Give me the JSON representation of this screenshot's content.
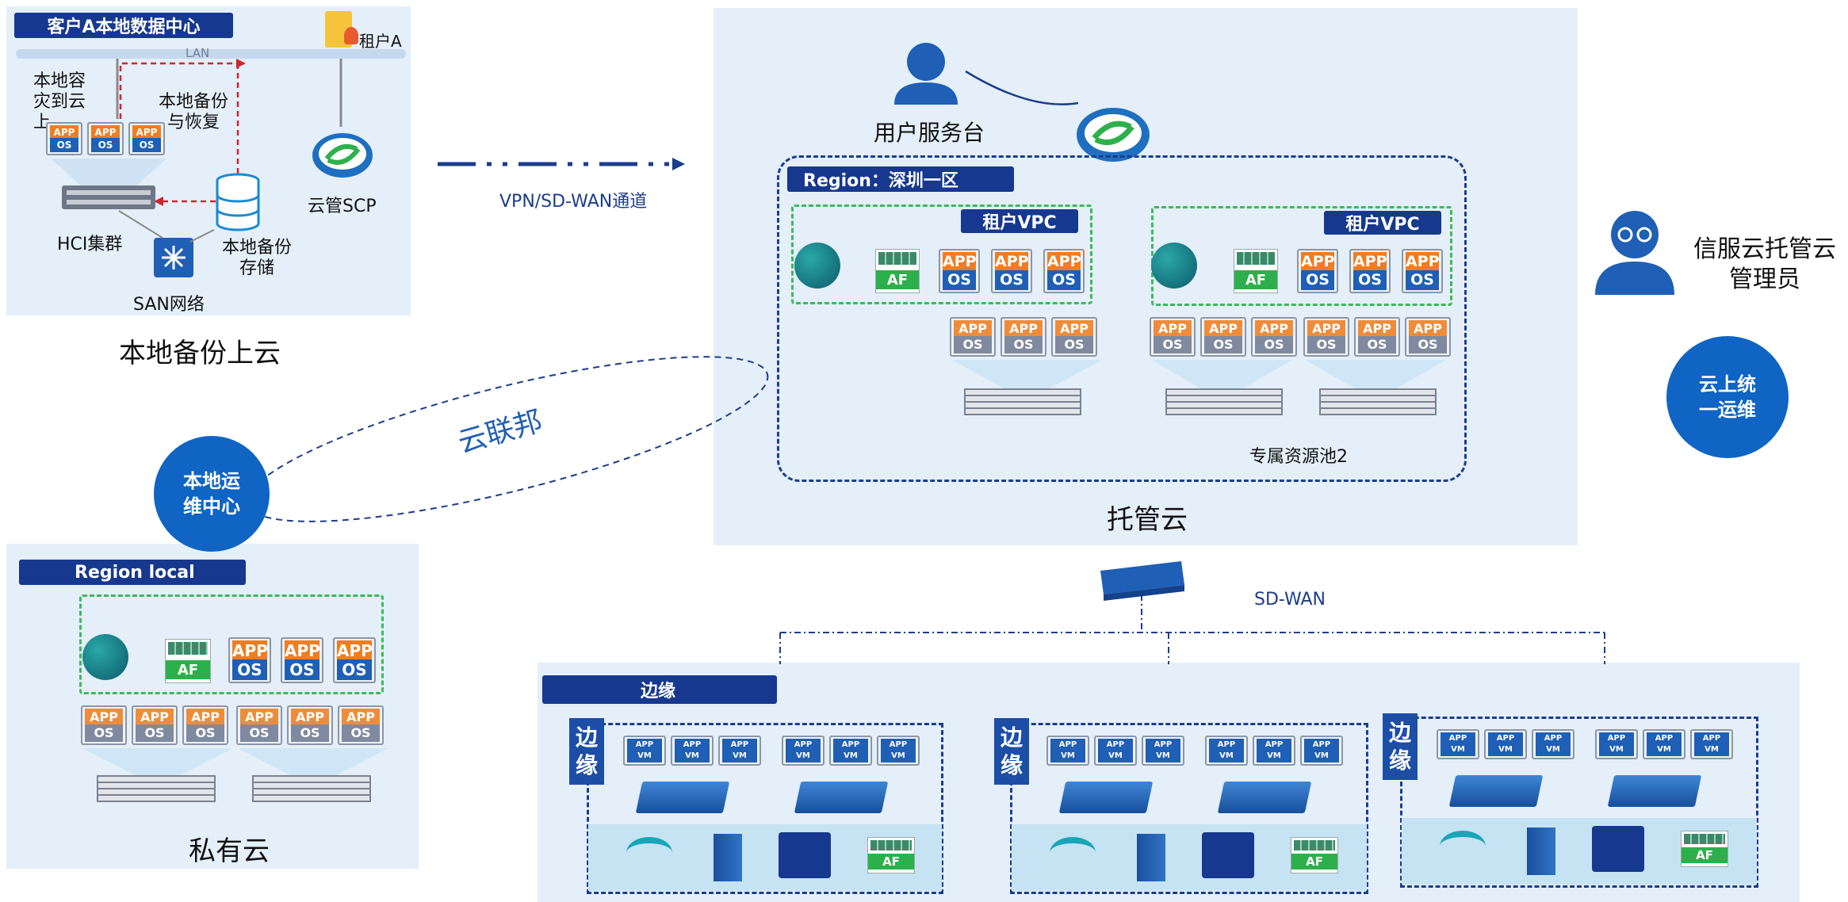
{
  "onprem": {
    "title": "客户A本地数据中心",
    "tenant": "租户A",
    "lan": "LAN",
    "dr_to_cloud": "本地容\n灾到云\n上",
    "backup_restore": "本地备份\n与恢复",
    "hci": "HCI集群",
    "backup_storage": "本地备份\n存储",
    "san": "SAN网络",
    "scp": "云管SCP",
    "caption": "本地备份上云"
  },
  "vpn_label": "VPN/SD-WAN通道",
  "hosted": {
    "user_desk": "用户服务台",
    "region": "Region：深圳一区",
    "vpc1": "租户VPC",
    "vpc2": "租户VPC",
    "pool": "专属资源池2",
    "caption": "托管云"
  },
  "admin": {
    "label": "信服云托管云\n管理员"
  },
  "cloud_ops": "云上统\n一运维",
  "federation": "云联邦",
  "local_ops": "本地运\n维中心",
  "private": {
    "region": "Region local",
    "caption": "私有云"
  },
  "sdwan": "SD-WAN",
  "edge": {
    "title": "边缘",
    "box_label": "边\n缘"
  },
  "chip": {
    "app": "APP",
    "os": "OS",
    "vm": "VM",
    "af": "AF"
  },
  "colors": {
    "navy": "#16388e",
    "panel": "#e4eff9",
    "accent": "#0f64c4",
    "green": "#3cba5a"
  }
}
